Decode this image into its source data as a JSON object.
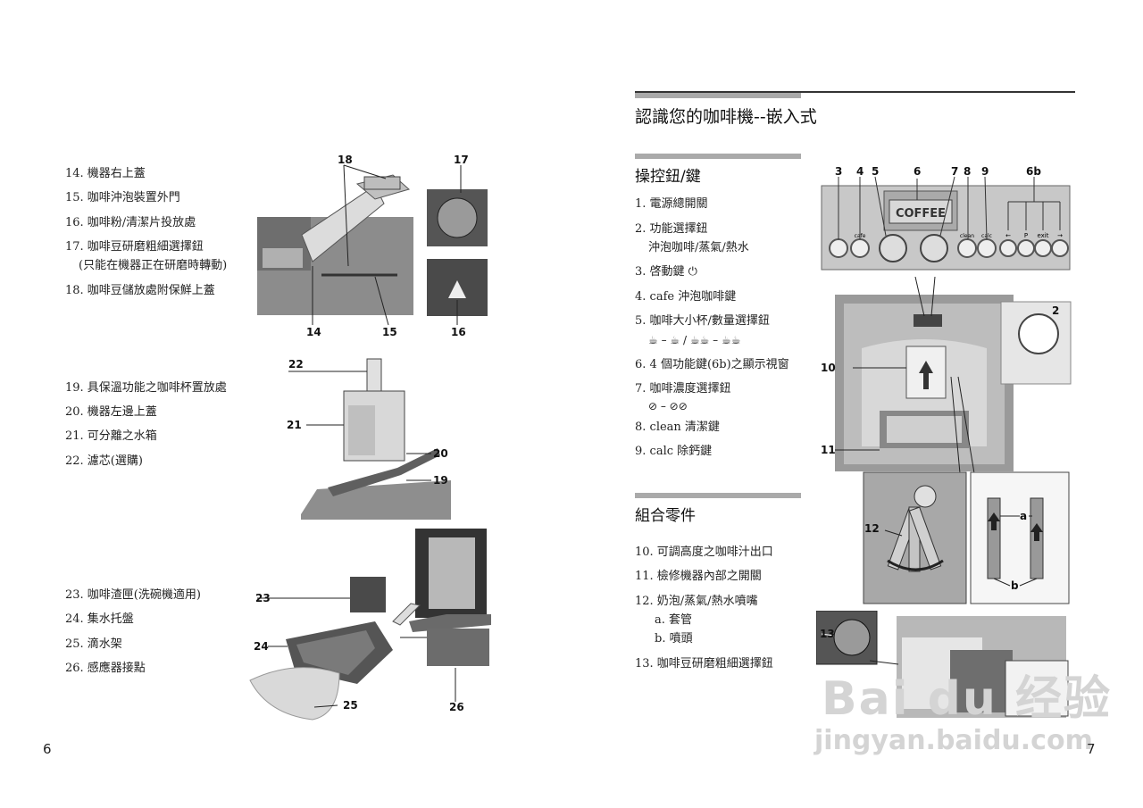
{
  "left_page": {
    "group1": [
      "14. 機器右上蓋",
      "15. 咖啡沖泡裝置外門",
      "16. 咖啡粉/清潔片投放處",
      "17. 咖啡豆研磨粗細選擇鈕",
      "(只能在機器正在研磨時轉動)",
      "18. 咖啡豆儲放處附保鮮上蓋"
    ],
    "group2": [
      "19. 具保溫功能之咖啡杯置放處",
      "20. 機器左邊上蓋",
      "21. 可分離之水箱",
      "22. 濾芯(選購)"
    ],
    "group3": [
      "23. 咖啡渣匣(洗碗機適用)",
      "24. 集水托盤",
      "25. 滴水架",
      "26. 感應器接點"
    ],
    "fig1_labels": [
      "18",
      "17",
      "14",
      "15",
      "16"
    ],
    "fig2_labels": [
      "22",
      "21",
      "20",
      "19"
    ],
    "fig3_labels": [
      "23",
      "24",
      "25",
      "26"
    ],
    "page_number": "6"
  },
  "right_page": {
    "title": "認識您的咖啡機--嵌入式",
    "section1_title": "操控鈕/鍵",
    "section1_items": [
      "1. 電源總開關",
      "2. 功能選擇鈕",
      "沖泡咖啡/蒸氣/熱水",
      "3. 啓動鍵 ⏻",
      "4. cafe 沖泡咖啡鍵",
      "5. 咖啡大小杯/數量選擇鈕",
      "☕ – ☕ / ☕☕ – ☕☕",
      "6. 4 個功能鍵(6b)之顯示視窗",
      "7. 咖啡濃度選擇鈕",
      "⊘ – ⊘⊘",
      "8. clean 清潔鍵",
      "9. calc 除鈣鍵"
    ],
    "section2_title": "組合零件",
    "section2_items": [
      "10. 可調高度之咖啡汁出口",
      "11. 檢修機器內部之開關",
      "12. 奶泡/蒸氣/熱水噴嘴",
      "a. 套管",
      "b. 噴頭",
      "13. 咖啡豆研磨粗細選擇鈕"
    ],
    "panel_labels": [
      "3",
      "4",
      "5",
      "6",
      "7",
      "8",
      "9",
      "6b"
    ],
    "panel_display": "COFFEE",
    "panel_buttons": [
      "cafe",
      "clean",
      "calc",
      "←",
      "P",
      "exit",
      "→"
    ],
    "fig_labels": [
      "2",
      "10",
      "11",
      "12",
      "a",
      "b",
      "13"
    ],
    "page_number": "7"
  },
  "watermark": {
    "logo": "Bai du 经验",
    "url": "jingyan.baidu.com"
  },
  "colors": {
    "rule_gray": "#aaaaaa",
    "figure_gray": "#8c8c8c",
    "panel_gray": "#c8c8c8"
  }
}
